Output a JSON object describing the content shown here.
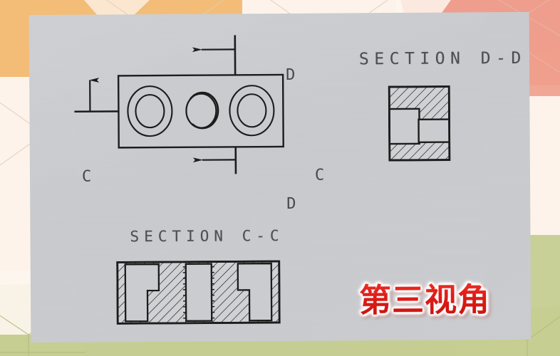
{
  "document": {
    "type": "engineering-drawing",
    "sheet_color": "#c9cbcf",
    "line_color": "#1c1c1c"
  },
  "background": {
    "base_color": "#fdf3ea",
    "blocks": [
      {
        "name": "top-left-orange",
        "color": "#f3bd77"
      },
      {
        "name": "top-right-salmon",
        "color": "#ef9e8d"
      },
      {
        "name": "bottom-olive",
        "color": "#c6cd92"
      },
      {
        "name": "cream",
        "color": "#fcf1e6"
      }
    ]
  },
  "labels": {
    "section_dd_caption": "SECTION D-D",
    "section_cc_caption": "SECTION C-C",
    "arrow_c_left": "C",
    "arrow_c_right": "C",
    "arrow_d_top": "D",
    "arrow_d_bottom": "D"
  },
  "badge": {
    "text": "第三视角",
    "color": "#e0231f",
    "outline": "#ffffff"
  },
  "views": {
    "top_view": {
      "name": "top-view",
      "features": [
        "counterbore-hole-left",
        "threaded-center-hole",
        "counterbore-hole-right"
      ]
    },
    "section_dd": {
      "name": "section-d-d",
      "hatch_angle_deg": 45
    },
    "section_cc": {
      "name": "section-c-c",
      "hatch_angle_deg": 45
    }
  }
}
